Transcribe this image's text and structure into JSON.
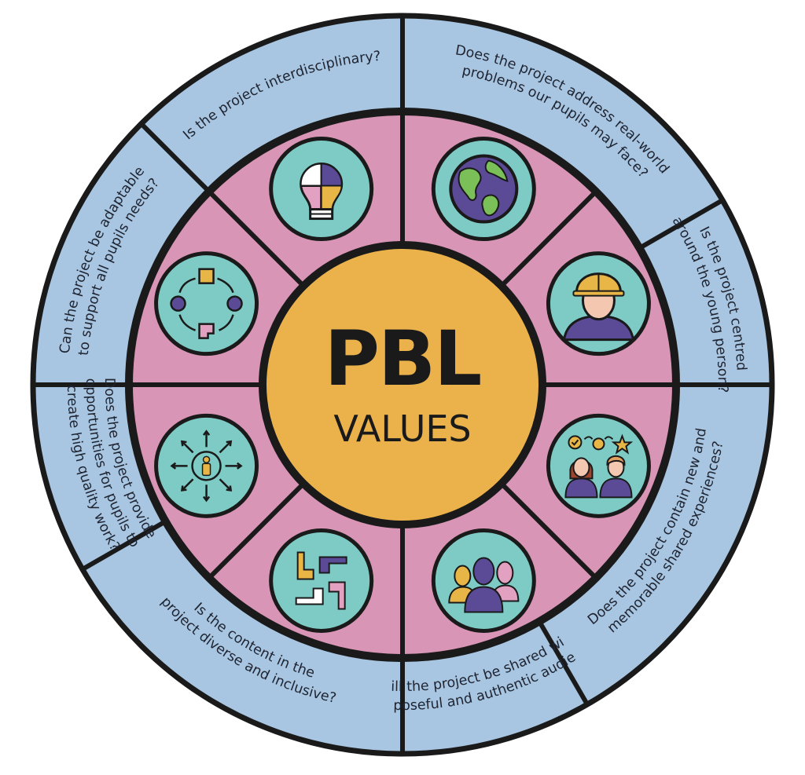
{
  "title": {
    "main": "PBL",
    "sub": "VALUES"
  },
  "colors": {
    "outer_ring": "#a8c6e2",
    "inner_ring": "#d895b5",
    "center": "#ebb24c",
    "icon_circle": "#7ecbc5",
    "outline": "#1a1a1a",
    "purple": "#5b4a96",
    "yellow": "#e8b547",
    "pink": "#e3a1c2",
    "green": "#7bbf58"
  },
  "segments": [
    {
      "id": "interdisciplinary",
      "icon": "puzzle-lightbulb-icon",
      "lines": [
        "Is the project interdisciplinary?"
      ]
    },
    {
      "id": "real-world",
      "icon": "globe-icon",
      "lines": [
        "Does the project address real-world",
        "problems our pupils may face?"
      ]
    },
    {
      "id": "young-person",
      "icon": "young-person-hardhat-icon",
      "lines": [
        "Is the project centred",
        "around the young person?"
      ]
    },
    {
      "id": "experiences",
      "icon": "shared-experience-icon",
      "lines": [
        "Does the project contain new and",
        "memorable shared experiences?"
      ]
    },
    {
      "id": "audience",
      "icon": "audience-group-icon",
      "lines": [
        "Will the project be shared with",
        "a purposeful and authentic audience?"
      ]
    },
    {
      "id": "diverse",
      "icon": "joined-hands-icon",
      "lines": [
        "Is the content in the",
        "project diverse and inclusive?"
      ]
    },
    {
      "id": "quality-work",
      "icon": "person-arrows-icon",
      "lines": [
        "Does the project provide",
        "opportunities for pupils to",
        "create high quality work?"
      ]
    },
    {
      "id": "adaptable",
      "icon": "adaptive-cycle-icon",
      "lines": [
        "Can the project be adaptable",
        "to support all pupils needs?"
      ]
    }
  ]
}
